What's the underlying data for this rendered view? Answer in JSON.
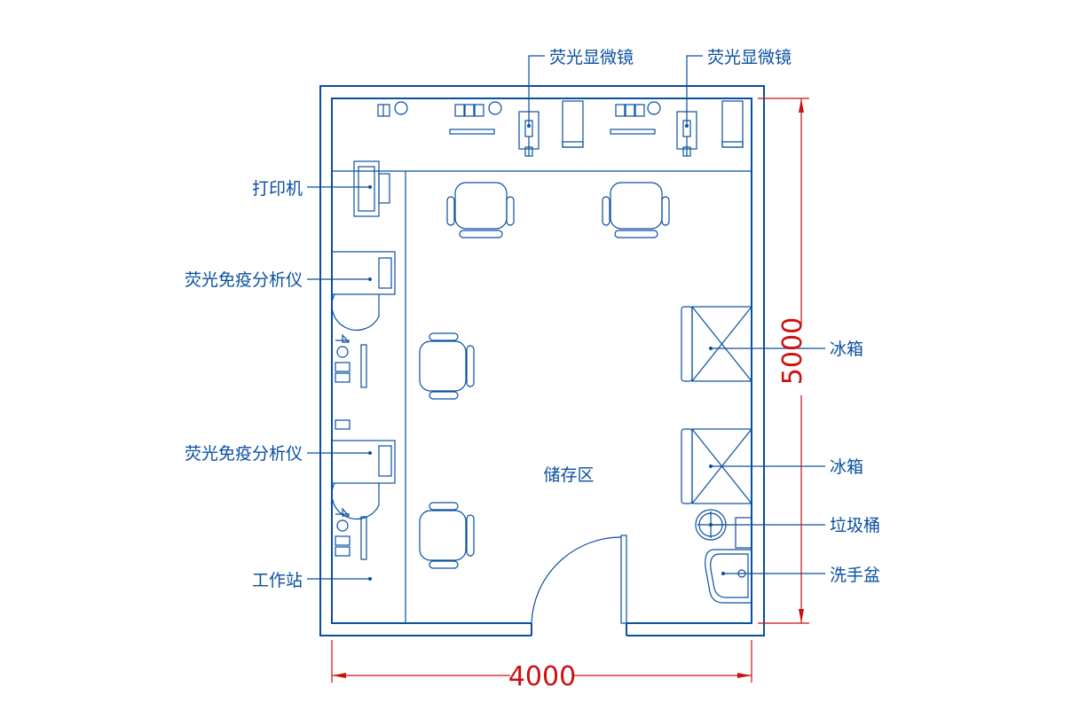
{
  "colors": {
    "drawing": "#0a4fa0",
    "dimension": "#cc1111",
    "background": "#ffffff"
  },
  "labels": {
    "microscope_1": "荧光显微镜",
    "microscope_2": "荧光显微镜",
    "printer": "打印机",
    "analyzer_1": "荧光免疫分析仪",
    "analyzer_2": "荧光免疫分析仪",
    "workstation": "工作站",
    "storage": "储存区",
    "fridge_1": "冰箱",
    "fridge_2": "冰箱",
    "trash": "垃圾桶",
    "sink": "洗手盆"
  },
  "dimensions": {
    "width": "4000",
    "height": "5000"
  }
}
